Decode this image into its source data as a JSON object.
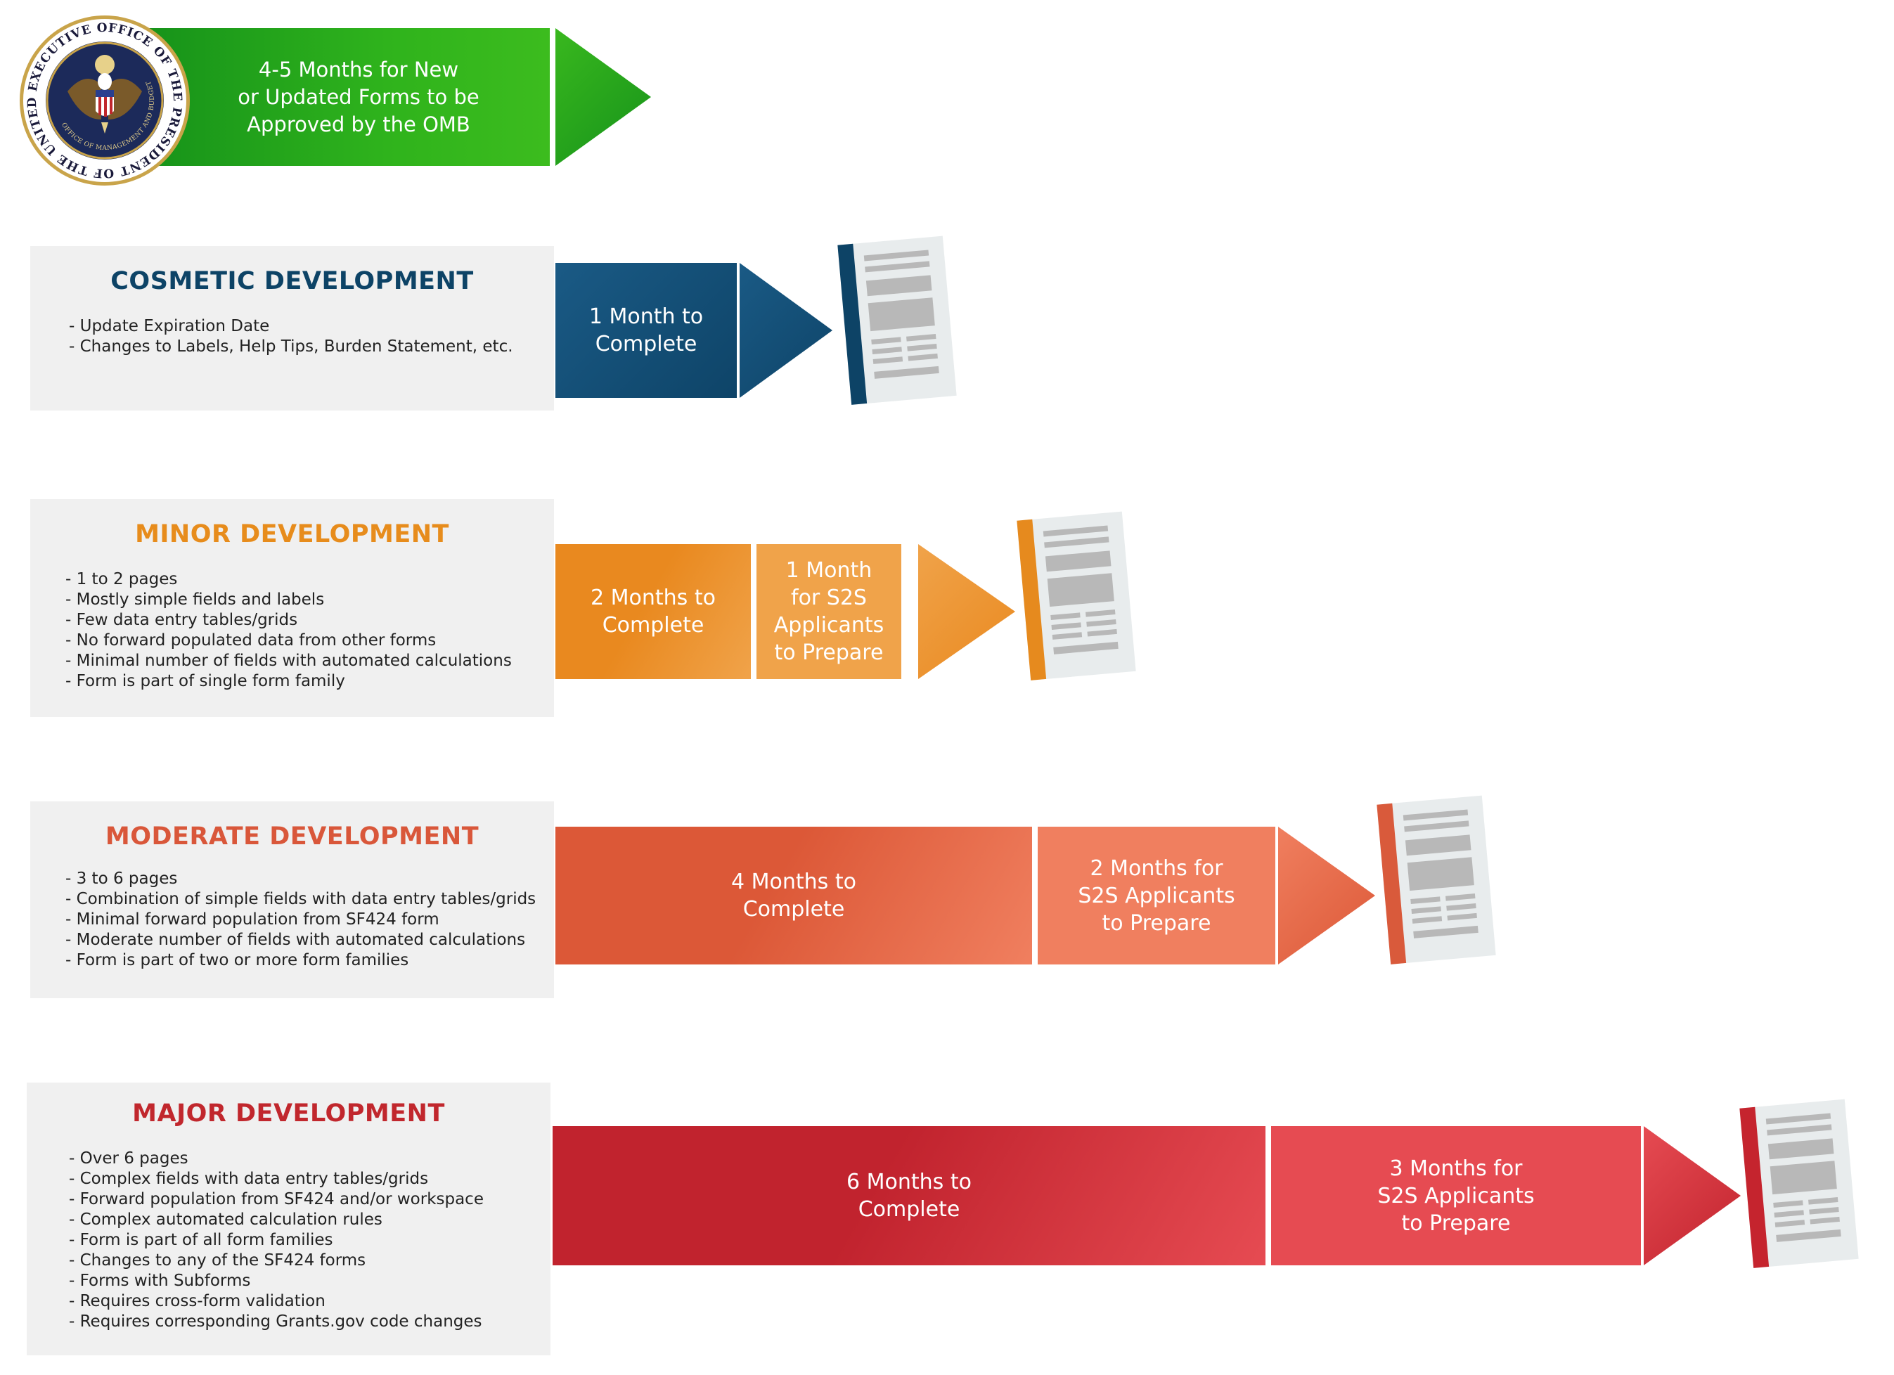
{
  "omb": {
    "seal_text_outer": "EXECUTIVE OFFICE OF THE PRESIDENT OF THE UNITED STATES",
    "seal_text_inner": "OFFICE OF MANAGEMENT AND BUDGET",
    "lines": [
      "4-5 Months for New",
      "or Updated Forms to be",
      "Approved by the OMB"
    ]
  },
  "rows": [
    {
      "id": "cosmetic",
      "title": "COSMETIC DEVELOPMENT",
      "title_color": "#0d4366",
      "items": [
        "- Update Expiration Date",
        "- Changes to Labels, Help Tips, Burden Statement, etc."
      ],
      "segments": [
        {
          "lines": [
            "1 Month to",
            "Complete"
          ]
        }
      ],
      "color": "#1a5a85",
      "color_dark": "#0e4468",
      "accent": "#0d4366"
    },
    {
      "id": "minor",
      "title": "MINOR DEVELOPMENT",
      "title_color": "#e78c1c",
      "items": [
        "- 1 to 2 pages",
        "- Mostly simple fields and labels",
        "- Few data entry tables/grids",
        "- No forward populated data from other forms",
        "- Minimal number of fields with automated calculations",
        "- Form is part of single form family"
      ],
      "segments": [
        {
          "lines": [
            "2 Months to",
            "Complete"
          ]
        },
        {
          "lines": [
            "1 Month",
            "for S2S",
            "Applicants",
            "to Prepare"
          ]
        }
      ],
      "color": "#e9891f",
      "color_light": "#f0a34a",
      "accent": "#e68a1e"
    },
    {
      "id": "moderate",
      "title": "MODERATE DEVELOPMENT",
      "title_color": "#d9573a",
      "items": [
        "- 3 to 6 pages",
        "- Combination of simple fields with data entry tables/grids",
        "- Minimal forward population from SF424 form",
        "- Moderate number of fields with automated calculations",
        "- Form is part of two or more form families"
      ],
      "segments": [
        {
          "lines": [
            "4 Months to",
            "Complete"
          ]
        },
        {
          "lines": [
            "2 Months for",
            "S2S Applicants",
            "to Prepare"
          ]
        }
      ],
      "color": "#dc5837",
      "color_light": "#f07f5f",
      "accent": "#d95a3b"
    },
    {
      "id": "major",
      "title": "MAJOR DEVELOPMENT",
      "title_color": "#c1272d",
      "items": [
        "- Over 6 pages",
        "- Complex fields with data entry tables/grids",
        "- Forward population from SF424 and/or workspace",
        "- Complex automated calculation rules",
        "- Form is part of all form families",
        "- Changes to any of the SF424 forms",
        "- Forms with Subforms",
        "- Requires cross-form validation",
        "- Requires corresponding Grants.gov code changes"
      ],
      "segments": [
        {
          "lines": [
            "6 Months to",
            "Complete"
          ]
        },
        {
          "lines": [
            "3 Months for",
            "S2S Applicants",
            "to Prepare"
          ]
        }
      ],
      "color": "#c1232e",
      "color_light": "#e64b52",
      "accent": "#c5242e"
    }
  ]
}
